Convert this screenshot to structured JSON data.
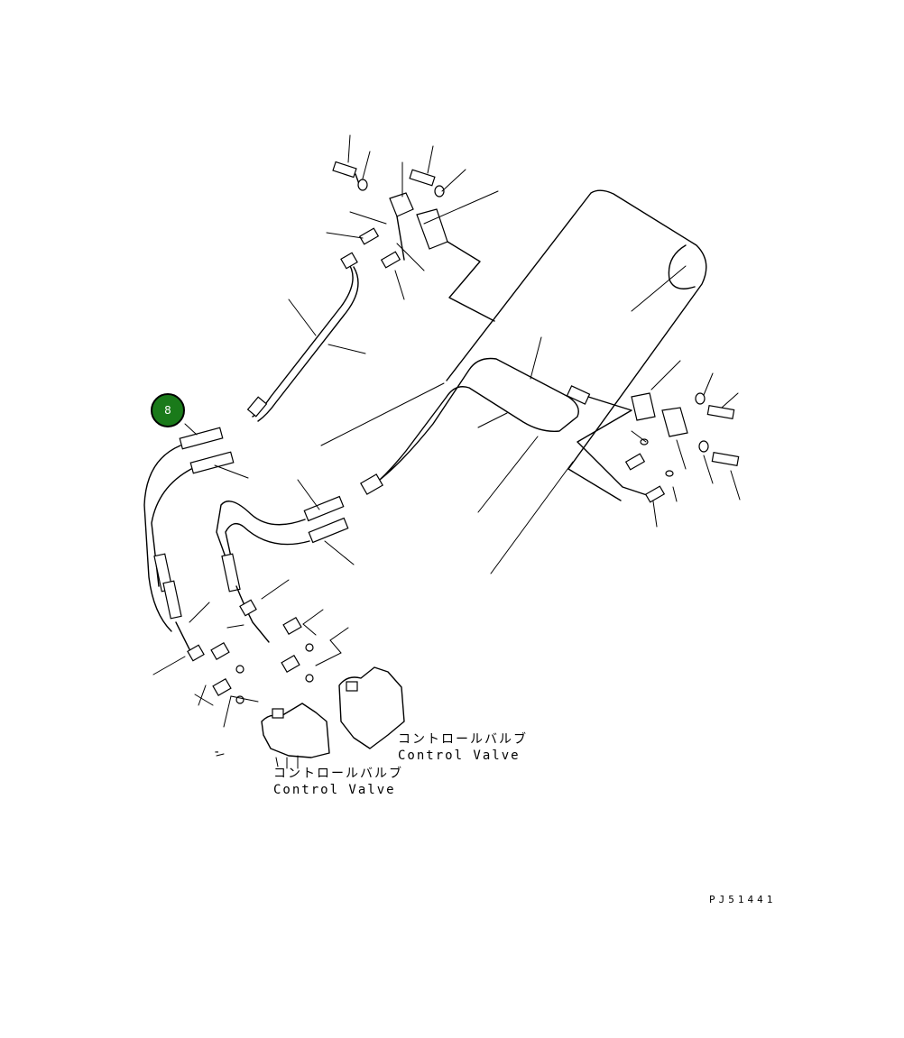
{
  "callout": {
    "number": "8"
  },
  "labels": {
    "valve_right_jp": "コントロールバルブ",
    "valve_right_en": "Control Valve",
    "valve_left_jp": "コントロールバルブ",
    "valve_left_en": "Control Valve",
    "dash": "-"
  },
  "drawing_code": "PJ51441",
  "colors": {
    "callout_fill": "#1a7a1a",
    "line": "#000000",
    "background": "#ffffff"
  }
}
